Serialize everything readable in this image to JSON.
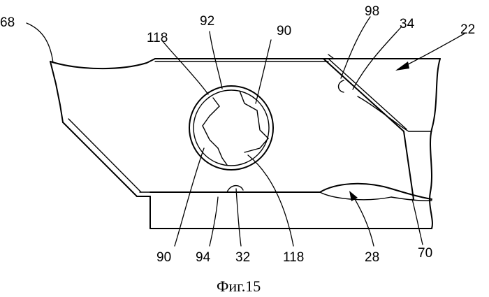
{
  "figure": {
    "caption": "Фиг.15",
    "references": {
      "r68": "68",
      "r118_top": "118",
      "r92": "92",
      "r90_top": "90",
      "r98": "98",
      "r34": "34",
      "r22": "22",
      "r90_bottom": "90",
      "r94": "94",
      "r32": "32",
      "r118_bottom": "118",
      "r28": "28",
      "r70": "70"
    }
  }
}
